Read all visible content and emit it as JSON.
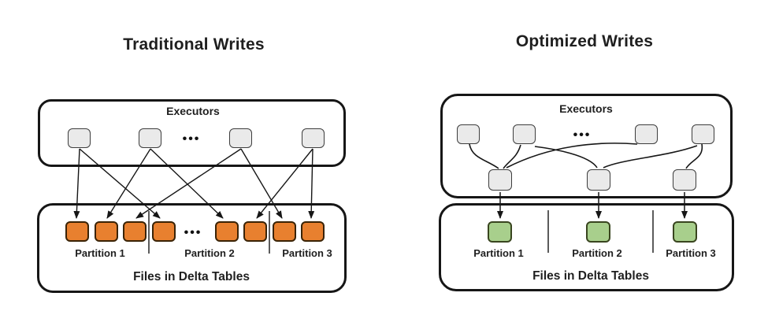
{
  "left_diagram": {
    "title": "Traditional Writes",
    "executors_label": "Executors",
    "executors_ellipsis": "•••",
    "files_ellipsis": "•••",
    "executor_count": 4,
    "file_box_count": 8,
    "file_box_color": "#E8802F",
    "partition_labels": [
      "Partition 1",
      "Partition 2",
      "Partition 3"
    ],
    "files_label": "Files in Delta Tables"
  },
  "right_diagram": {
    "title": "Optimized Writes",
    "executors_label": "Executors",
    "executors_ellipsis": "•••",
    "executor_count": 4,
    "shuffle_task_count": 3,
    "file_box_count": 3,
    "file_box_color": "#A8CF8C",
    "partition_labels": [
      "Partition 1",
      "Partition 2",
      "Partition 3"
    ],
    "files_label": "Files in Delta Tables"
  }
}
